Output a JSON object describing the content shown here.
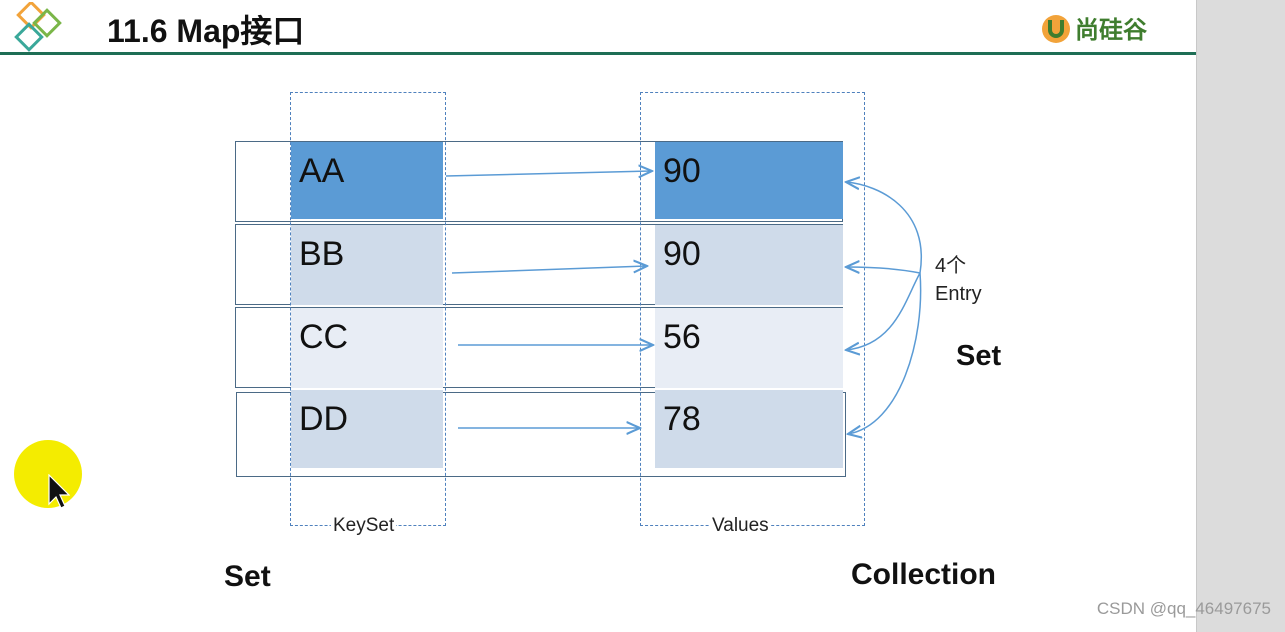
{
  "header": {
    "title": "11.6 Map接口",
    "brand": "尚硅谷",
    "accent_color": "#1e6e55"
  },
  "diagram": {
    "rows": [
      {
        "key": "AA",
        "value": "90",
        "fill": "#5b9bd5"
      },
      {
        "key": "BB",
        "value": "90",
        "fill": "#cfdbea"
      },
      {
        "key": "CC",
        "value": "56",
        "fill": "#e8edf5"
      },
      {
        "key": "DD",
        "value": "78",
        "fill": "#cfdbea"
      }
    ],
    "keyset_label": "KeySet",
    "values_label": "Values",
    "entry_label_line1": "4个",
    "entry_label_line2": "Entry",
    "entry_set_label": "Set",
    "keyset_type_label": "Set",
    "values_type_label": "Collection"
  },
  "watermark": "CSDN @qq_46497675",
  "icons": [
    "diamond-logo-icon",
    "brand-logo-icon",
    "mouse-cursor-icon"
  ]
}
